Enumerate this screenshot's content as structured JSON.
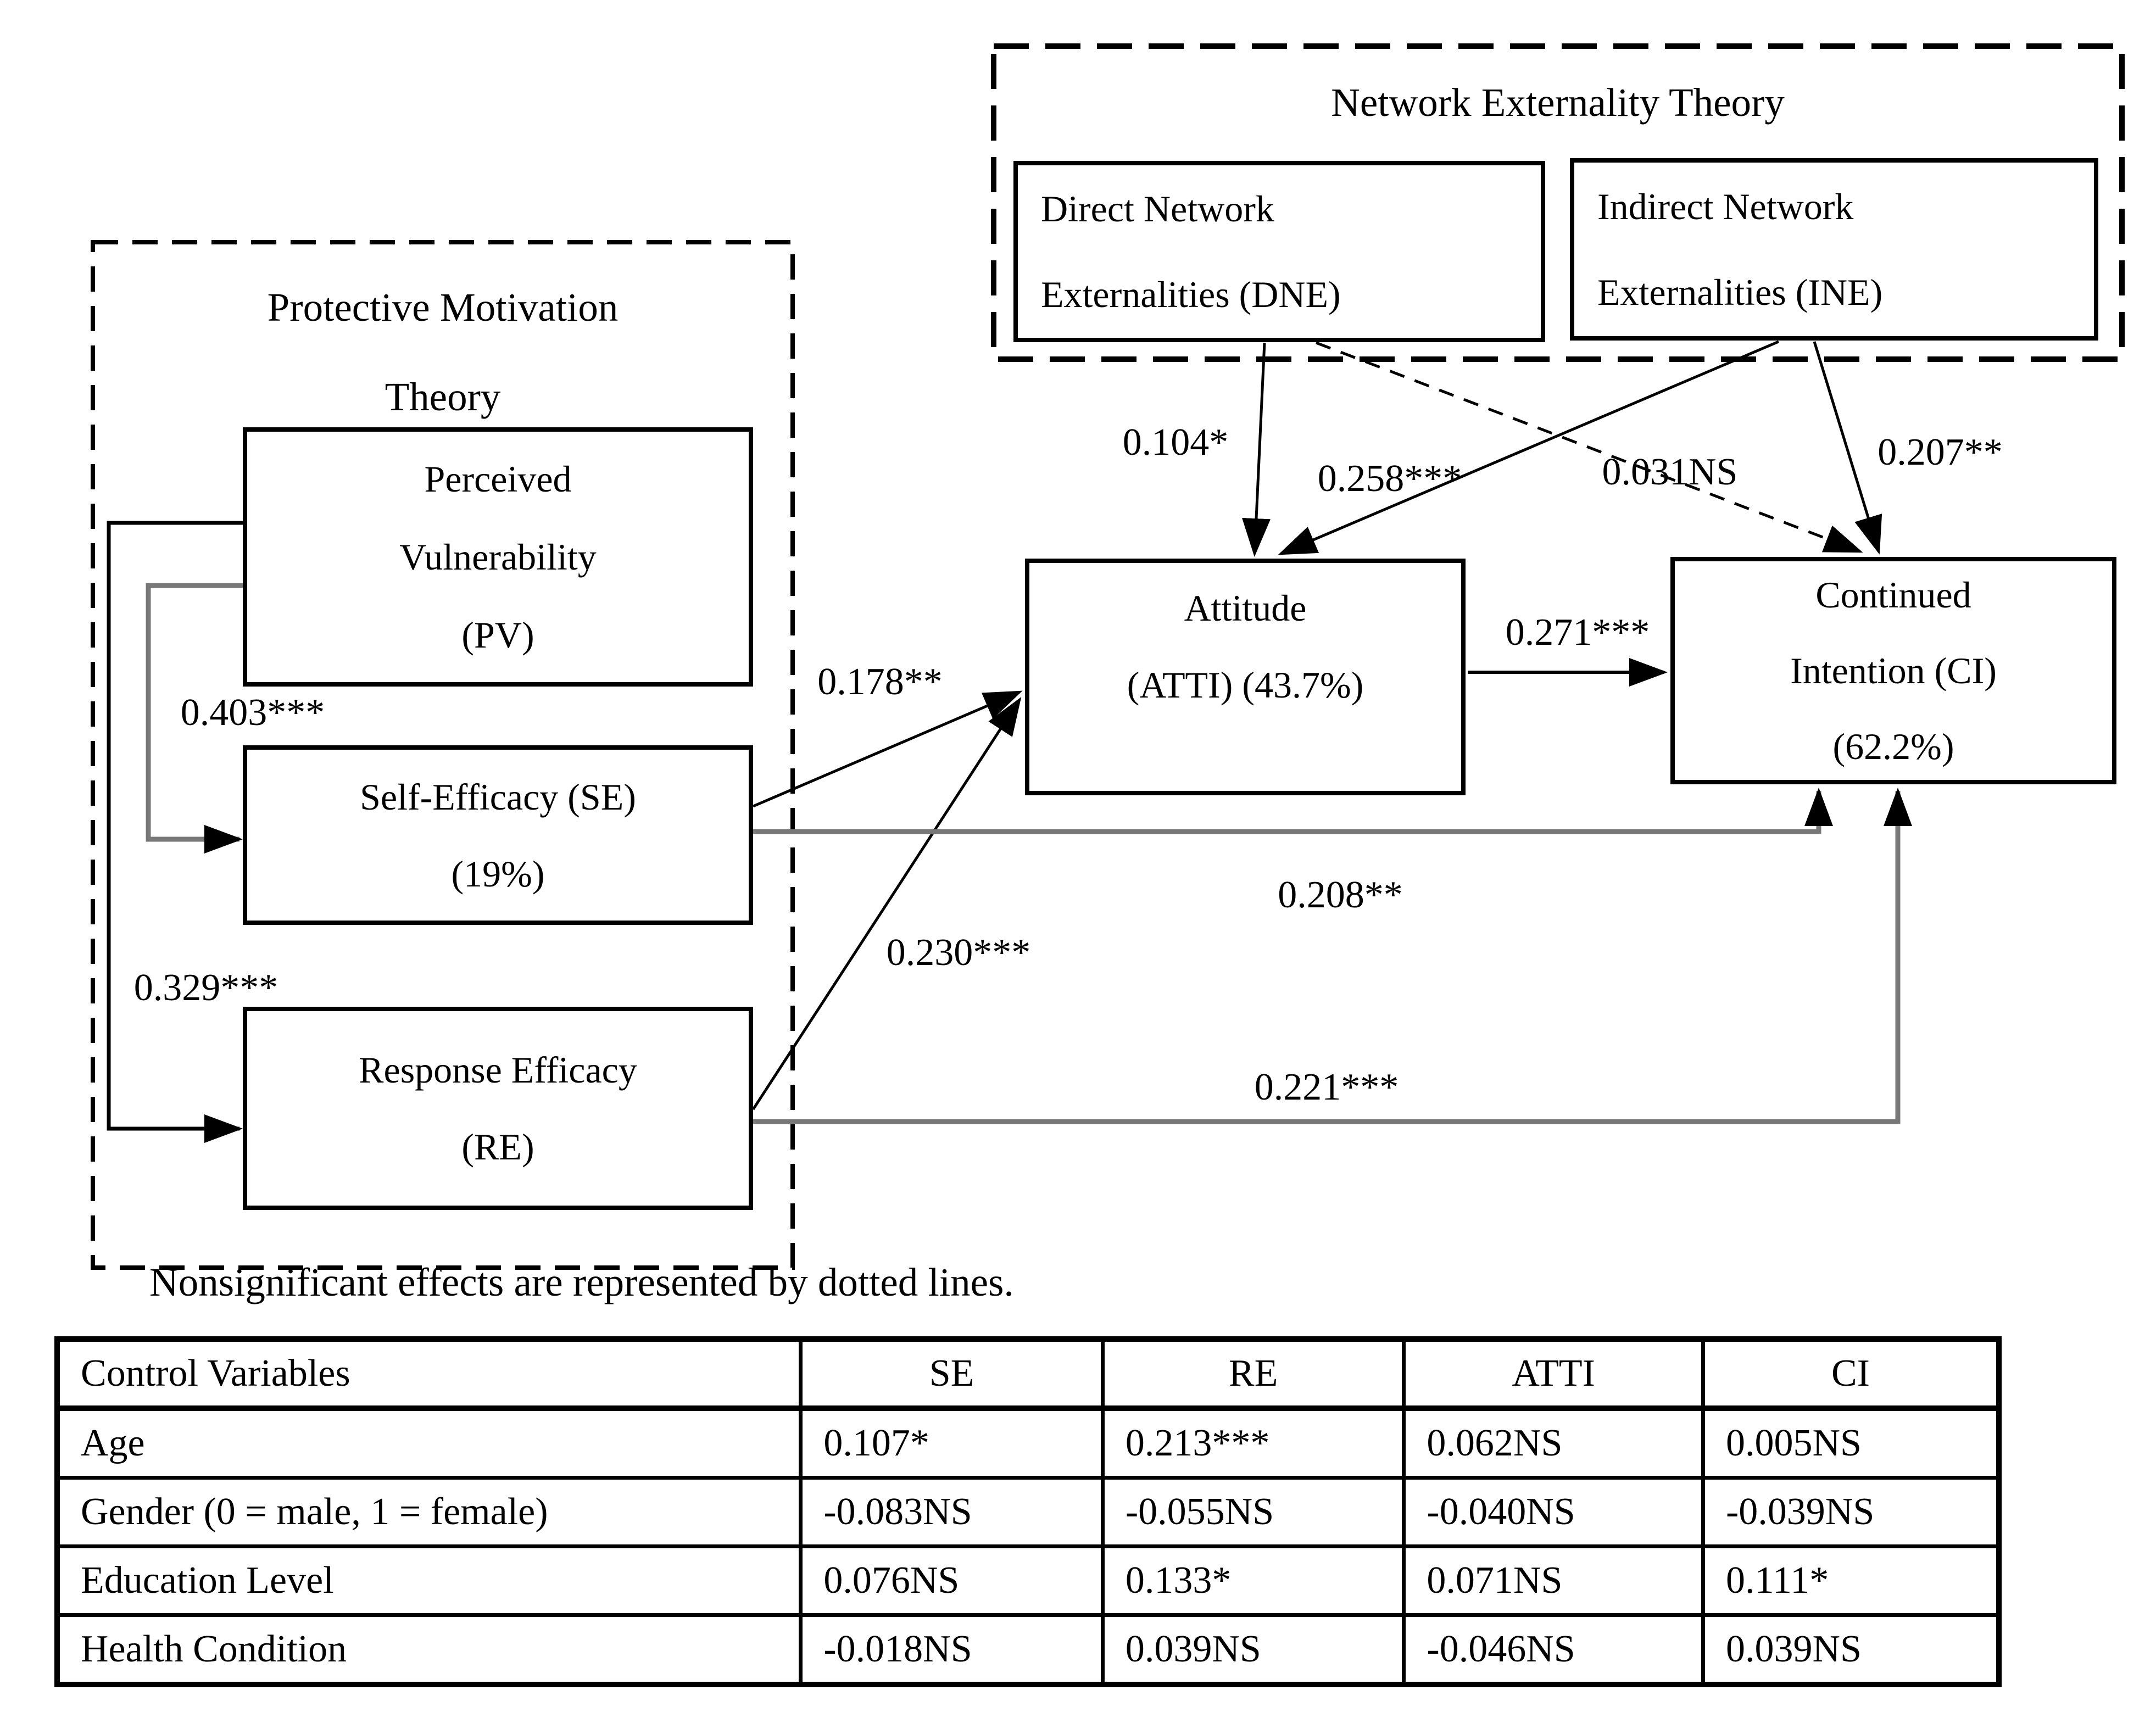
{
  "figure": {
    "note": "Nonsignificant effects are represented by dotted lines.",
    "groups": {
      "pmt": {
        "title_line1": "Protective Motivation",
        "title_line2": "Theory"
      },
      "net": {
        "title": "Network Externality Theory"
      }
    },
    "nodes": {
      "pv": {
        "line1": "Perceived",
        "line2": "Vulnerability",
        "line3": "(PV)"
      },
      "se": {
        "line1": "Self-Efficacy (SE)",
        "line2": "(19%)"
      },
      "re": {
        "line1": "Response Efficacy",
        "line2": "(RE)"
      },
      "dne": {
        "line1": "Direct Network",
        "line2": "Externalities (DNE)"
      },
      "ine": {
        "line1": "Indirect Network",
        "line2": "Externalities (INE)"
      },
      "atti": {
        "line1": "Attitude",
        "line2": "(ATTI) (43.7%)"
      },
      "ci": {
        "line1": "Continued",
        "line2": "Intention (CI)",
        "line3": "(62.2%)"
      }
    },
    "path_labels": {
      "pv_se": "0.403***",
      "pv_re": "0.329***",
      "se_atti": "0.178**",
      "re_atti": "0.230***",
      "se_ci": "0.208**",
      "re_ci": "0.221***",
      "dne_atti": "0.104*",
      "dne_ci": "0.031NS",
      "ine_atti": "0.258***",
      "ine_ci": "0.207**",
      "atti_ci": "0.271***"
    },
    "colors": {
      "line_black": "#000000",
      "line_gray": "#787878"
    }
  },
  "table": {
    "headers": [
      "Control Variables",
      "SE",
      "RE",
      "ATTI",
      "CI"
    ],
    "rows": [
      {
        "label": "Age",
        "values": [
          "0.107*",
          "0.213***",
          "0.062NS",
          "0.005NS"
        ]
      },
      {
        "label": "Gender (0 = male, 1 = female)",
        "values": [
          "-0.083NS",
          "-0.055NS",
          "-0.040NS",
          "-0.039NS"
        ]
      },
      {
        "label": "Education Level",
        "values": [
          "0.076NS",
          "0.133*",
          "0.071NS",
          "0.111*"
        ]
      },
      {
        "label": "Health Condition",
        "values": [
          "-0.018NS",
          "0.039NS",
          "-0.046NS",
          "0.039NS"
        ]
      }
    ]
  }
}
